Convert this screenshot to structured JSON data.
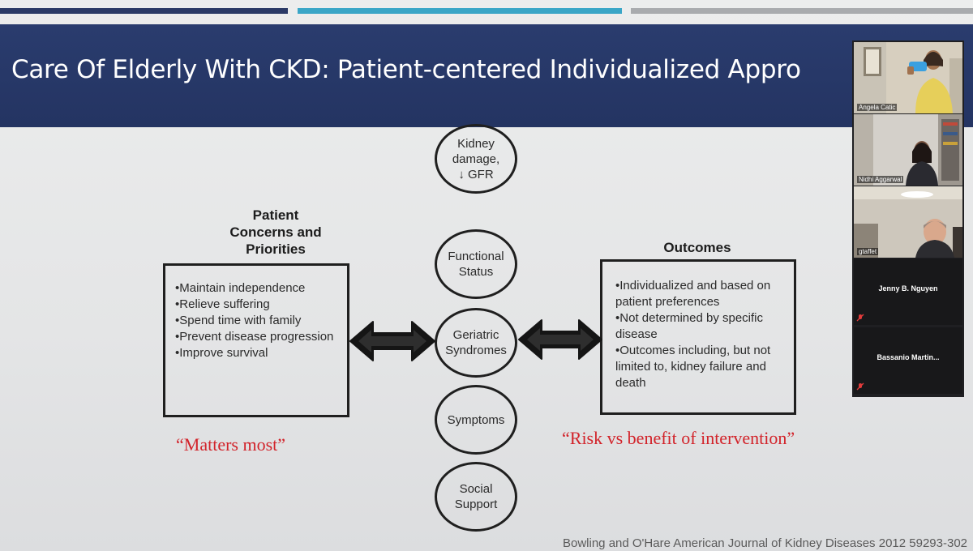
{
  "slide": {
    "title": "Care Of Elderly With CKD: Patient-centered Individualized Appro",
    "left_header": [
      "Patient",
      "Concerns and",
      "Priorities"
    ],
    "left_items": [
      "Maintain independence",
      "Relieve suffering",
      "Spend time with family",
      "Prevent disease progression",
      "Improve survival"
    ],
    "right_header": "Outcomes",
    "right_items": [
      "Individualized and based on patient preferences",
      "Not determined by specific disease",
      "Outcomes including, but not limited to, kidney failure and death"
    ],
    "circles": [
      "Kidney\ndamage,\n↓ GFR",
      "Functional\nStatus",
      "Geriatric\nSyndromes",
      "Symptoms",
      "Social\nSupport"
    ],
    "quote_left": "“Matters most”",
    "quote_right": "“Risk vs benefit of intervention”",
    "citation": "Bowling and O'Hare American Journal of Kidney Diseases 2012 59293-302",
    "colors": {
      "title_band": "#243462",
      "accent_navy": "#2b3a66",
      "accent_teal": "#3aa6c7",
      "accent_gray": "#a9abae",
      "quote_red": "#d2232a"
    }
  },
  "participants": [
    {
      "name": "Angela Catic",
      "video": true,
      "icon": "person-video"
    },
    {
      "name": "Nidhi Aggarwal",
      "video": true,
      "icon": "person-video"
    },
    {
      "name": "gtaffet",
      "video": true,
      "icon": "person-video"
    },
    {
      "name": "Jenny B. Nguyen",
      "video": false,
      "icon": "muted-mic-icon"
    },
    {
      "name": "Bassanio  Martin...",
      "video": false,
      "icon": "muted-mic-icon"
    }
  ]
}
